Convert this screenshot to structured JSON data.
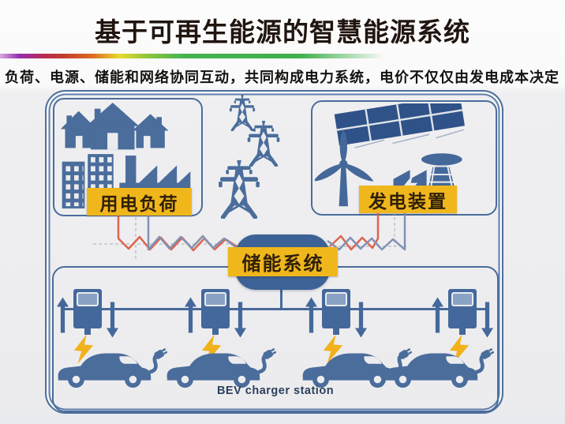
{
  "slide": {
    "title": "基于可再生能源的智慧能源系统",
    "subtitle": "负荷、电源、储能和网络协同互动，共同构成电力系统，电价不仅仅由发电成本决定"
  },
  "diagram": {
    "load_box": {
      "label": "用电负荷"
    },
    "generation_box": {
      "label": "发电装置"
    },
    "storage": {
      "label": "储能系统"
    },
    "bev_station": {
      "label": "BEV charger station",
      "charger_count": 4,
      "car_count": 4
    },
    "icons": [
      "house-icon",
      "apartment-building-icon",
      "factory-icon",
      "transmission-tower-icon",
      "solar-panel-icon",
      "wind-turbine-icon",
      "power-plant-icon",
      "ev-charger-icon",
      "up-arrow-icon",
      "down-arrow-icon",
      "lightning-bolt-icon",
      "electric-car-icon",
      "charging-plug-icon"
    ],
    "colors": {
      "steel_blue": "#4a6d9c",
      "solar_navy": "#2f5288",
      "storage_pill_blue": "#3d6296",
      "label_yellow": "#f0b71d",
      "label_text": "#302008",
      "red_curve": "#dd6450",
      "blue_curve": "#8292b4",
      "bolt_yellow": "#f2b21c",
      "title_text": "#211510"
    }
  }
}
